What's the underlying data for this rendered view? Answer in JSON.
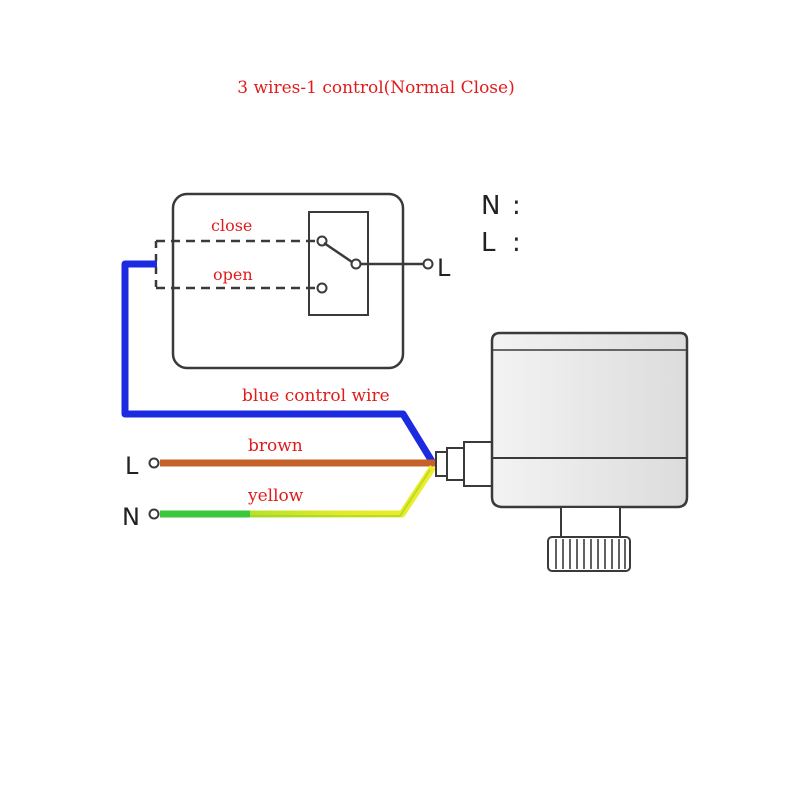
{
  "title": "3 wires-1 control(Normal Close)",
  "switch_box": {
    "close_label": "close",
    "open_label": "open",
    "l_terminal": "L"
  },
  "legend": {
    "n_label": "N",
    "l_label": "L",
    "separator": ":"
  },
  "wires": {
    "blue_label": "blue control wire",
    "brown_label": "brown",
    "yellow_label": "yellow",
    "l_terminal": "L",
    "n_terminal": "N"
  },
  "colors": {
    "title_text": "#e11b1b",
    "blue_wire": "#1d2be0",
    "brown_wire": "#c4622a",
    "yellow_wire": "#e6ea2a",
    "green_wire": "#3cc83c",
    "outline": "#3a3a3a"
  }
}
